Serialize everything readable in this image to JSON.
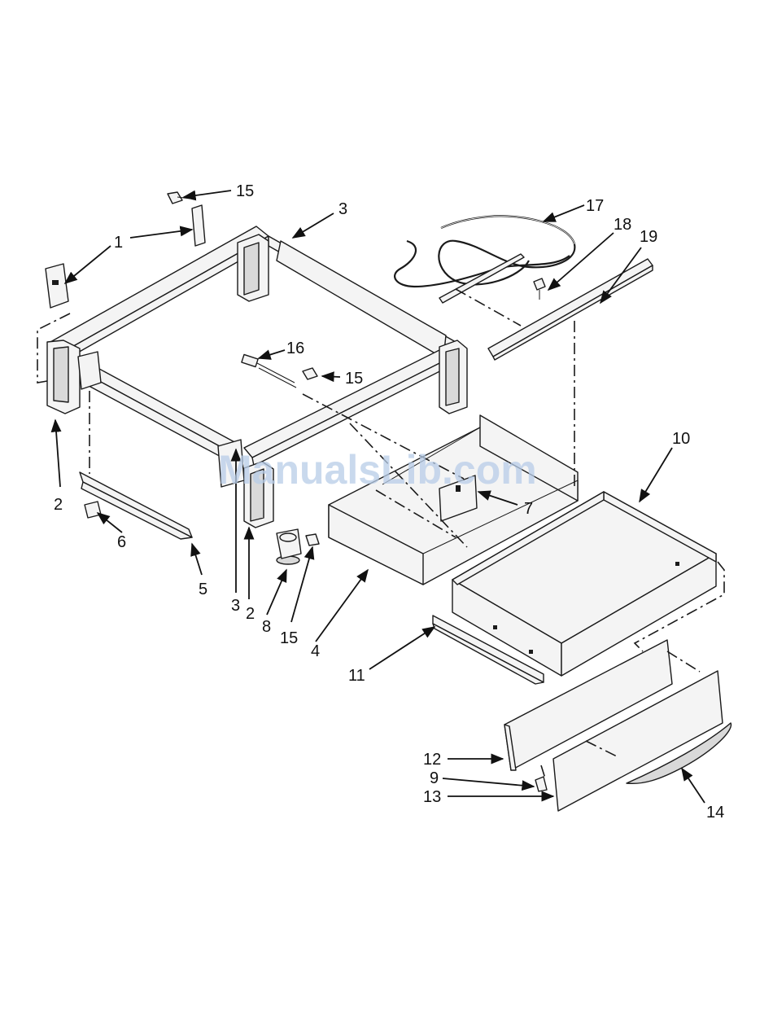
{
  "watermark": "ManualsLib.com",
  "callouts": {
    "c1": "1",
    "c2a": "2",
    "c2b": "2",
    "c3a": "3",
    "c3b": "3",
    "c4": "4",
    "c5": "5",
    "c6": "6",
    "c7": "7",
    "c8": "8",
    "c9": "9",
    "c10": "10",
    "c11": "11",
    "c12": "12",
    "c13": "13",
    "c14": "14",
    "c15a": "15",
    "c15b": "15",
    "c15c": "15",
    "c16": "16",
    "c17": "17",
    "c18": "18",
    "c19": "19"
  }
}
